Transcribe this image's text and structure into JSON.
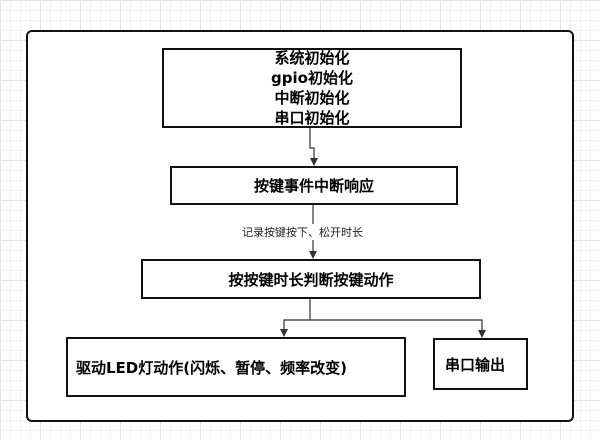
{
  "diagram": {
    "nodes": {
      "init": {
        "lines": [
          "系统初始化",
          "gpio初始化",
          "中断初始化",
          "串口初始化"
        ]
      },
      "interrupt": {
        "label": "按键事件中断响应"
      },
      "judge": {
        "label": "按按键时长判断按键动作"
      },
      "led": {
        "label": "驱动LED灯动作(闪烁、暂停、频率改变)"
      },
      "uart": {
        "label": "串口输出"
      }
    },
    "edges": [
      {
        "from": "init",
        "to": "interrupt",
        "label": ""
      },
      {
        "from": "interrupt",
        "to": "judge",
        "label": "记录按键按下、松开时长"
      },
      {
        "from": "judge",
        "to": "led",
        "label": ""
      },
      {
        "from": "judge",
        "to": "uart",
        "label": ""
      }
    ]
  }
}
